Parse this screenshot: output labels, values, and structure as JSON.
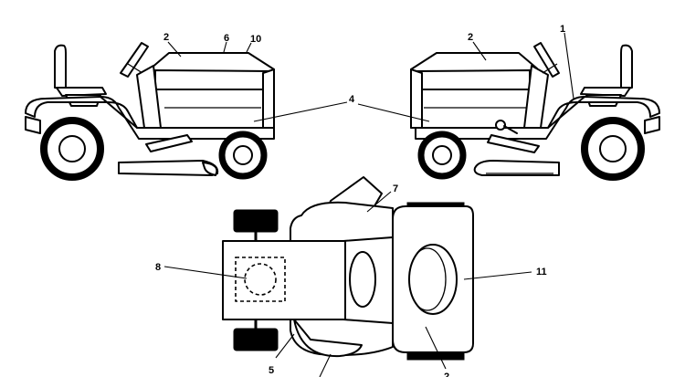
{
  "callouts": {
    "c1": "1",
    "c2_left": "2",
    "c2_right": "2",
    "c2_bottom": "2",
    "c4": "4",
    "c5": "5",
    "c6": "6",
    "c7": "7",
    "c8": "8",
    "c10": "10",
    "c11": "11"
  },
  "colors": {
    "line": "#000000",
    "background": "#ffffff"
  }
}
